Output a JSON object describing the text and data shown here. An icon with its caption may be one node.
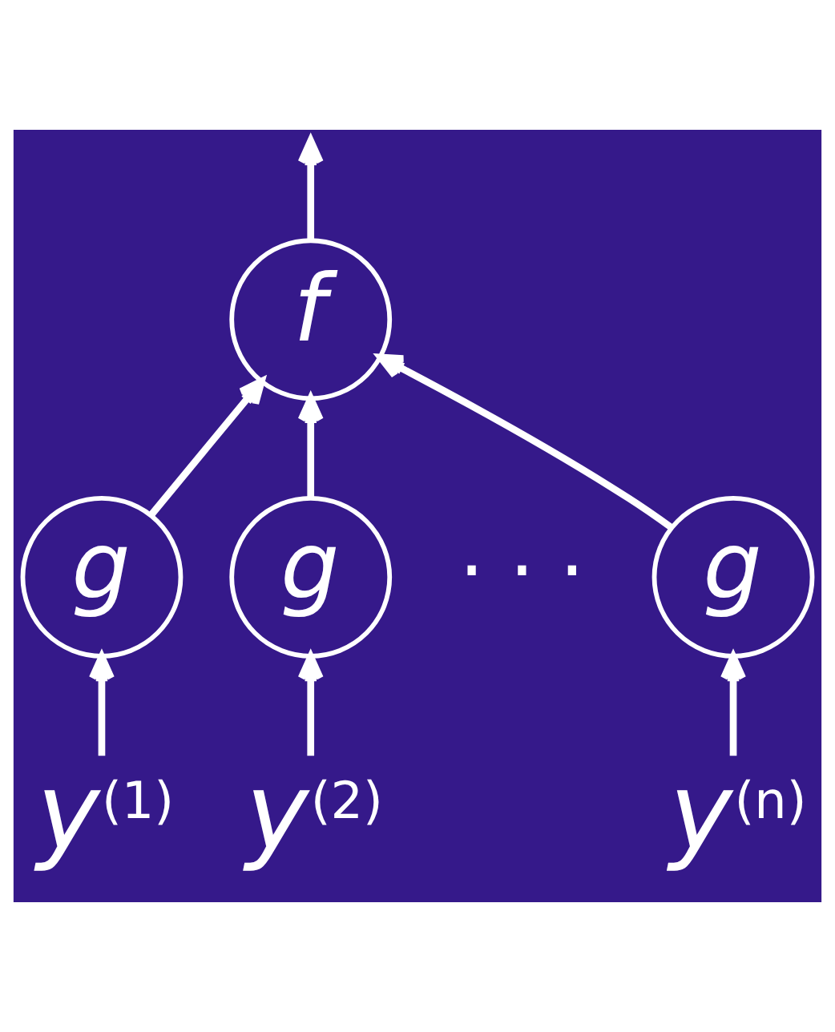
{
  "diagram": {
    "nodes": [
      {
        "text": [
          "f"
        ]
      },
      {
        "text": [
          "g"
        ]
      },
      {
        "text": [
          "g"
        ]
      },
      {
        "text": [
          "g"
        ]
      },
      {
        "text": [
          "*y*$^{(1)}$"
        ]
      },
      {
        "text": [
          "*y*$^{(2)}$"
        ]
      },
      {
        "text": [
          "*y*$^{(n)}$"
        ]
      }
    ],
    "edges": [
      {
        "from": 4,
        "to": 1,
        "arrow": "to"
      },
      {
        "from": 5,
        "to": 2,
        "arrow": "to"
      },
      {
        "from": 6,
        "to": 3,
        "arrow": "to"
      },
      {
        "from": 1,
        "to": 0,
        "arrow": "to"
      },
      {
        "from": 2,
        "to": 0,
        "arrow": "to"
      },
      {
        "from": 3,
        "to": 0,
        "arrow": "to"
      },
      {
        "from": 0,
        "to": null,
        "arrow": "to"
      }
    ],
    "labels": [
      "· · ·"
    ]
  }
}
